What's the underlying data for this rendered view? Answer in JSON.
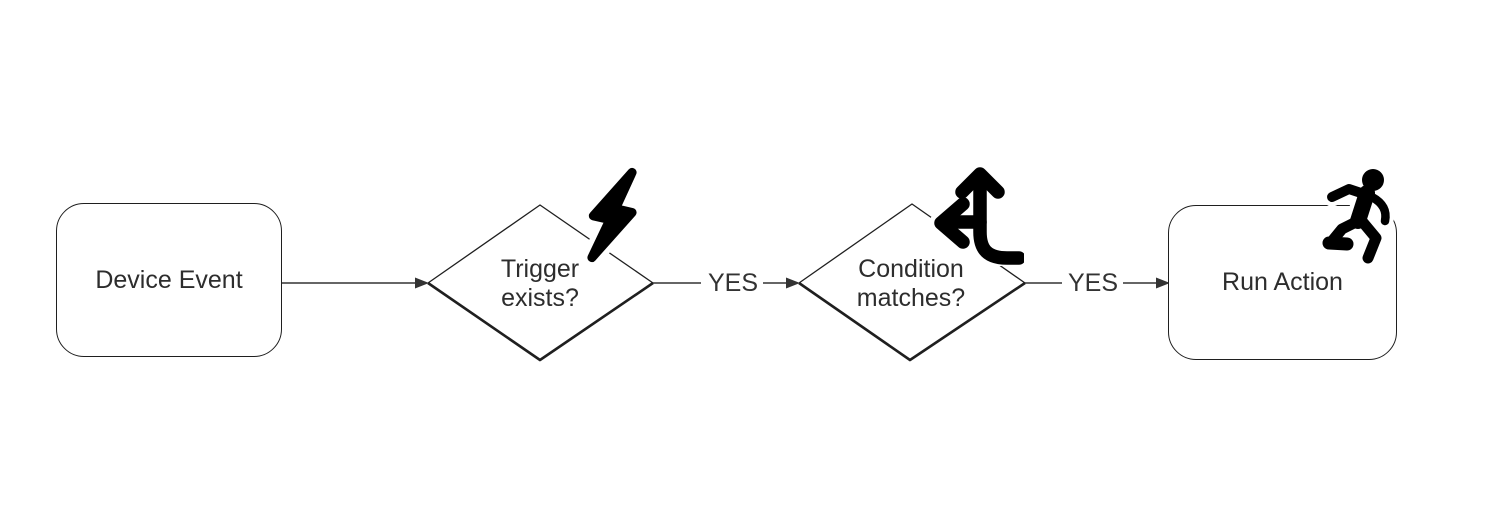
{
  "diagram": {
    "background_color": "#ffffff",
    "shape_stroke_color": "#1f1f1f",
    "connector_color": "#333333",
    "text_color": "#2d2d2d",
    "icon_color": "#000000",
    "nodes": [
      {
        "id": "device-event",
        "shape": "rounded-rect",
        "label": "Device Event",
        "icon": ""
      },
      {
        "id": "trigger-exists",
        "shape": "diamond",
        "label": "Trigger exists?",
        "line1": "Trigger",
        "line2": "exists?",
        "icon": "lightning-icon"
      },
      {
        "id": "condition-matches",
        "shape": "diamond",
        "label": "Condition matches?",
        "line1": "Condition",
        "line2": "matches?",
        "icon": "split-arrow-icon"
      },
      {
        "id": "run-action",
        "shape": "rounded-rect",
        "label": "Run Action",
        "icon": "runner-icon"
      }
    ],
    "edges": [
      {
        "from": "device-event",
        "to": "trigger-exists",
        "label": ""
      },
      {
        "from": "trigger-exists",
        "to": "condition-matches",
        "label": "YES"
      },
      {
        "from": "condition-matches",
        "to": "run-action",
        "label": "YES"
      }
    ]
  }
}
